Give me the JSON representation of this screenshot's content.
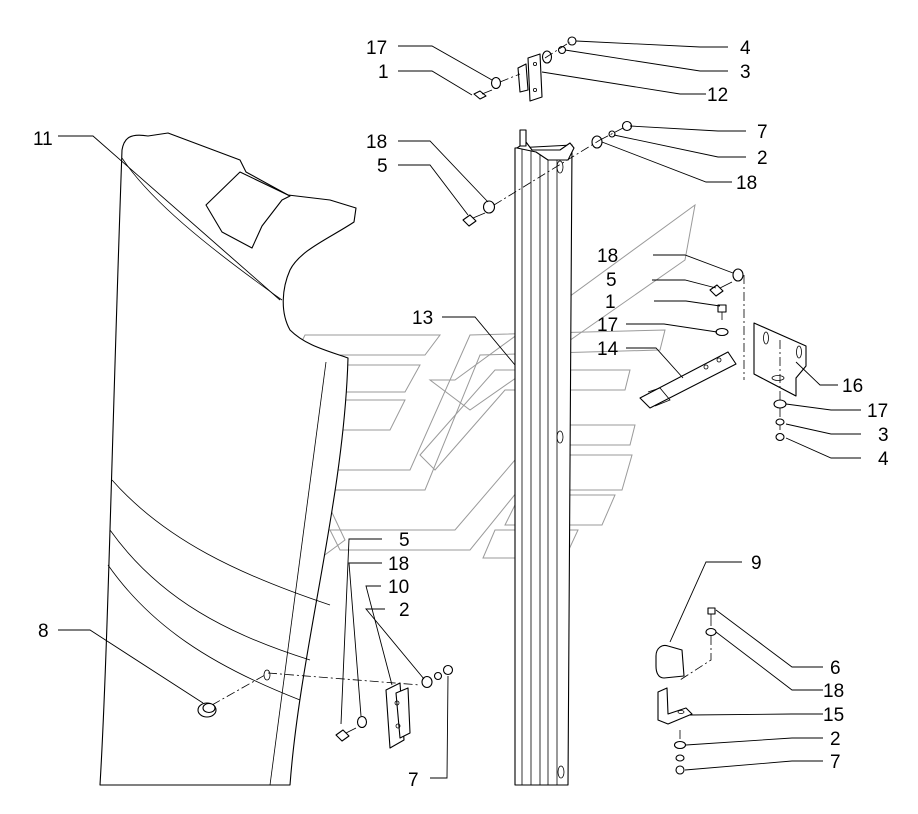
{
  "callouts": [
    {
      "id": "c1",
      "text": "17"
    },
    {
      "id": "c2",
      "text": "1"
    },
    {
      "id": "c3",
      "text": "4"
    },
    {
      "id": "c4",
      "text": "3"
    },
    {
      "id": "c5",
      "text": "12"
    },
    {
      "id": "c6",
      "text": "11"
    },
    {
      "id": "c7",
      "text": "7"
    },
    {
      "id": "c8",
      "text": "18"
    },
    {
      "id": "c9",
      "text": "5"
    },
    {
      "id": "c10",
      "text": "2"
    },
    {
      "id": "c11",
      "text": "18"
    },
    {
      "id": "c12",
      "text": "18"
    },
    {
      "id": "c13",
      "text": "5"
    },
    {
      "id": "c14",
      "text": "1"
    },
    {
      "id": "c15",
      "text": "13"
    },
    {
      "id": "c16",
      "text": "17"
    },
    {
      "id": "c17",
      "text": "14"
    },
    {
      "id": "c18",
      "text": "16"
    },
    {
      "id": "c19",
      "text": "17"
    },
    {
      "id": "c20",
      "text": "3"
    },
    {
      "id": "c21",
      "text": "4"
    },
    {
      "id": "c22",
      "text": "5"
    },
    {
      "id": "c23",
      "text": "18"
    },
    {
      "id": "c24",
      "text": "10"
    },
    {
      "id": "c25",
      "text": "2"
    },
    {
      "id": "c26",
      "text": "9"
    },
    {
      "id": "c27",
      "text": "8"
    },
    {
      "id": "c28",
      "text": "6"
    },
    {
      "id": "c29",
      "text": "18"
    },
    {
      "id": "c30",
      "text": "15"
    },
    {
      "id": "c31",
      "text": "2"
    },
    {
      "id": "c32",
      "text": "7"
    },
    {
      "id": "c33",
      "text": "7"
    }
  ]
}
